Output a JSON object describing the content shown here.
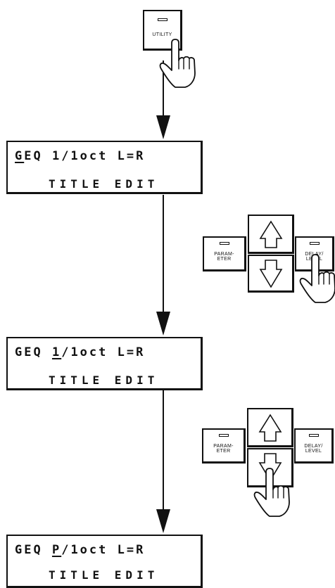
{
  "buttons": {
    "utility": "UTILITY",
    "parameter": "PARAM-\nETER",
    "delay_level": "DELAY/\nLEVEL"
  },
  "display1": {
    "line1_cursor": "G",
    "line1_rest": "EQ 1/1oct L=R",
    "line2": "TITLE EDIT"
  },
  "display2": {
    "line1_pre": "GEQ ",
    "line1_cursor": "1",
    "line1_post": "/1oct L=R",
    "line2": "TITLE EDIT"
  },
  "display3": {
    "line1_pre": "GEQ ",
    "line1_cursor": "P",
    "line1_post": "/1oct L=R",
    "line2": "TITLE EDIT"
  }
}
